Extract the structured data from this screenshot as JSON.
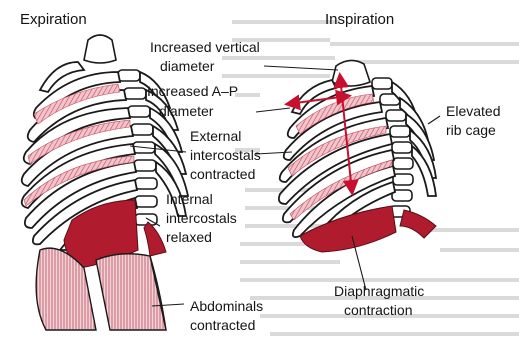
{
  "diagram": {
    "panels": {
      "left": {
        "title": "Expiration"
      },
      "right": {
        "title": "Inspiration"
      }
    },
    "labels": {
      "vertical_diameter": [
        "Increased vertical",
        "diameter"
      ],
      "ap_diameter": [
        "Increased A–P",
        "diameter"
      ],
      "external_intercostals": [
        "External",
        "intercostals",
        "contracted"
      ],
      "internal_intercostals": [
        "Internal",
        "intercostals",
        "relaxed"
      ],
      "elevated_rib_cage": [
        "Elevated",
        "rib cage"
      ],
      "diaphragmatic_contraction": [
        "Diaphragmatic",
        "contraction"
      ],
      "abdominals": [
        "Abdominals",
        "contracted"
      ]
    },
    "colors": {
      "muscle_dark": "#b01c2e",
      "muscle_light": "#e79aa6",
      "arrow": "#c8102e",
      "ink": "#1a1a1a",
      "background_text": "#c9c9c9"
    }
  }
}
